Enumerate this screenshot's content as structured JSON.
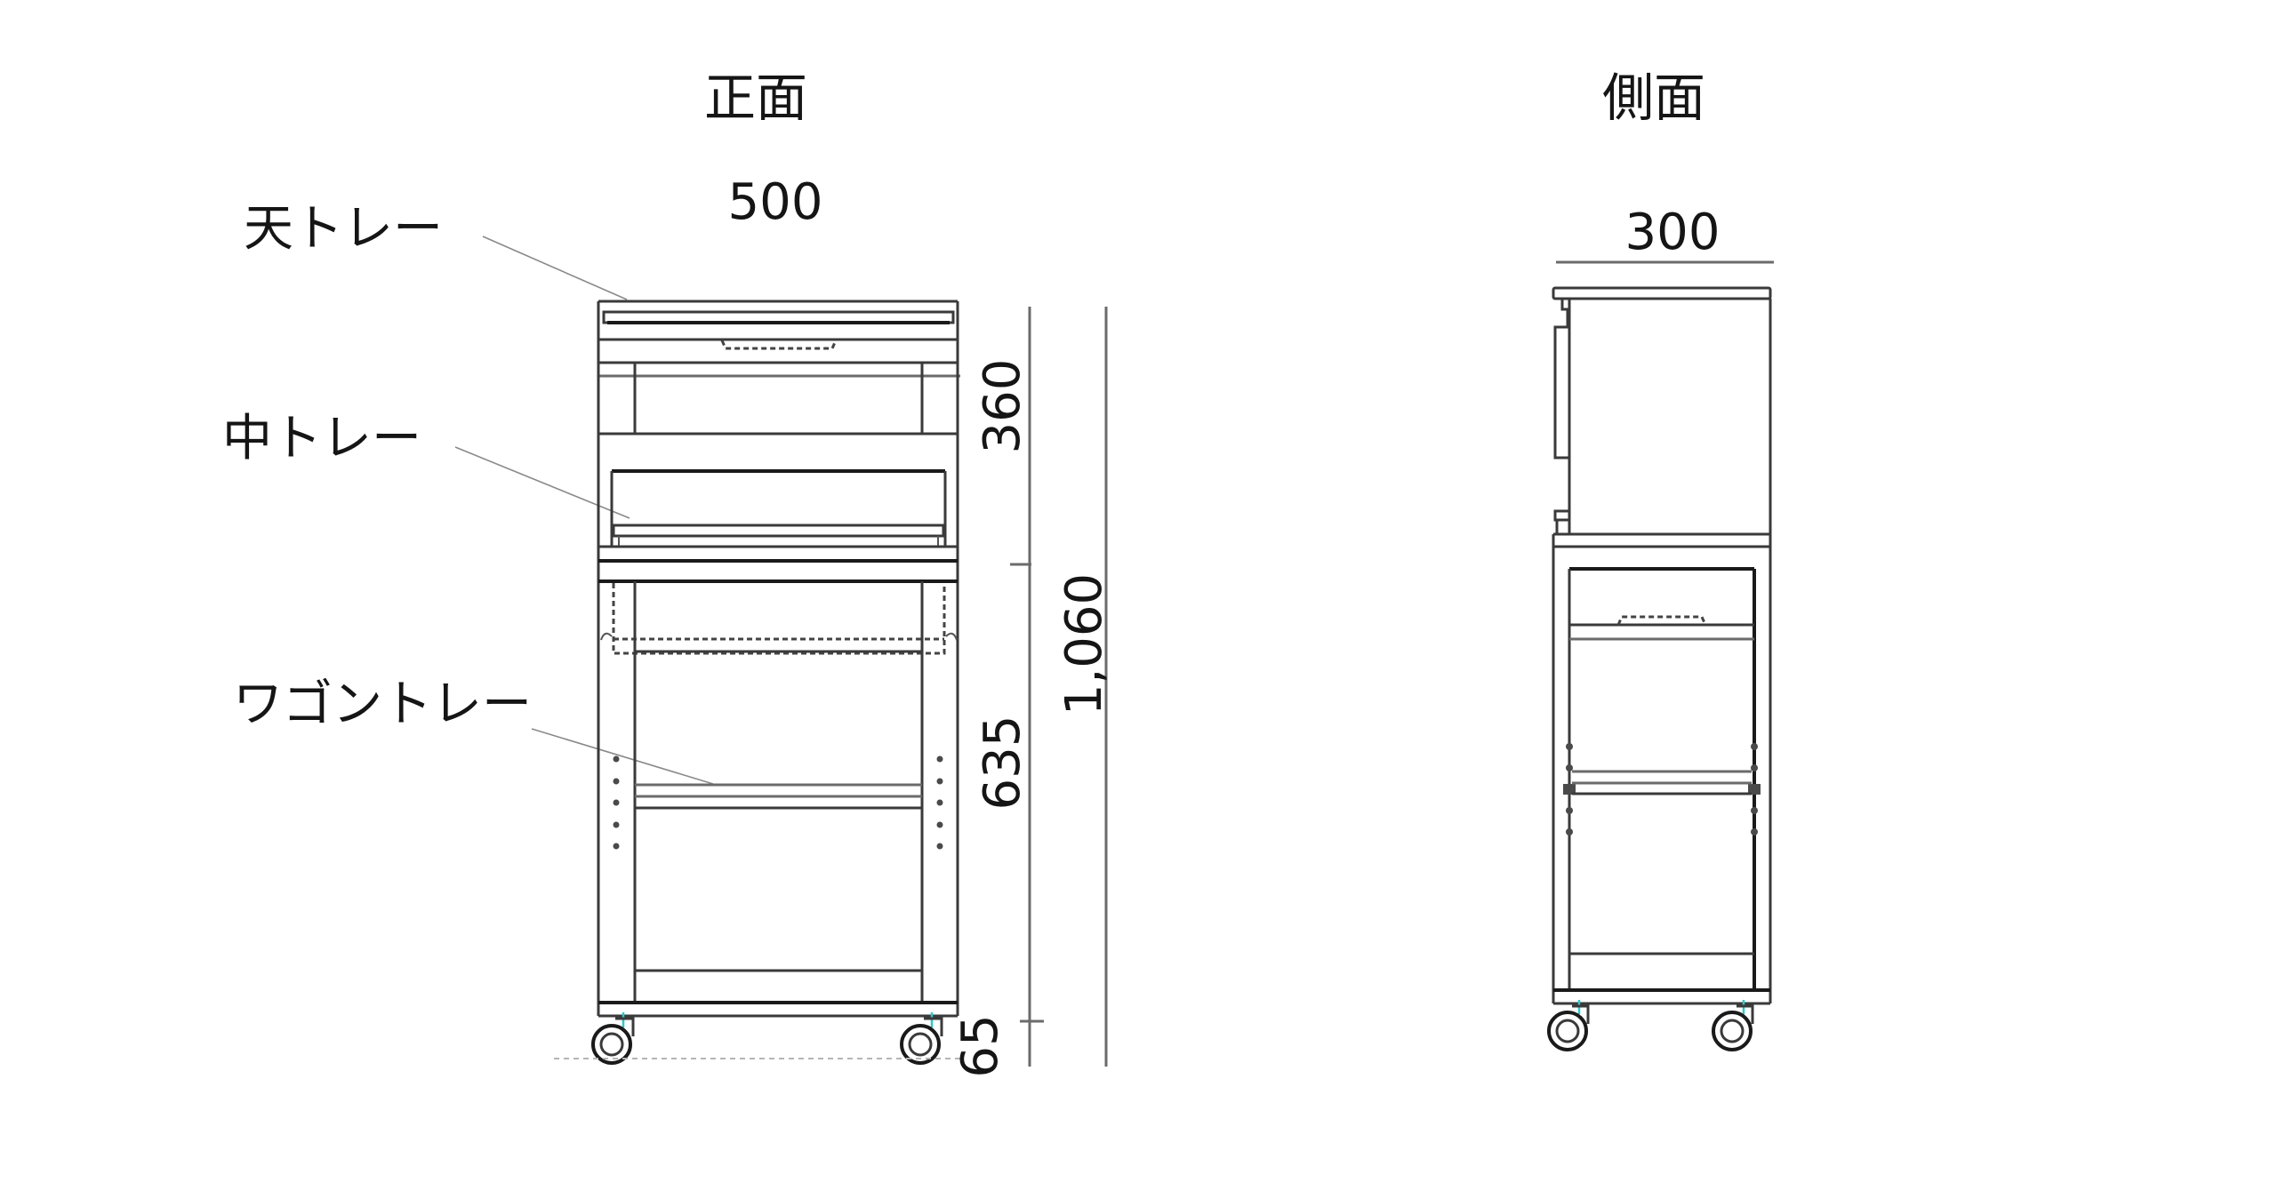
{
  "front_view": {
    "title": "正面",
    "width_dim": "500",
    "labels": {
      "top_tray": "天トレー",
      "middle_tray": "中トレー",
      "wagon_tray": "ワゴントレー"
    },
    "height_dims": {
      "upper": "360",
      "middle": "635",
      "caster": "65",
      "total": "1,060"
    }
  },
  "side_view": {
    "title": "側面",
    "depth_dim": "300"
  },
  "colors": {
    "line": "#3a3a3a",
    "dimension": "#6b6b6b",
    "caster_stem": "#2ec8c8",
    "background": "#ffffff"
  }
}
